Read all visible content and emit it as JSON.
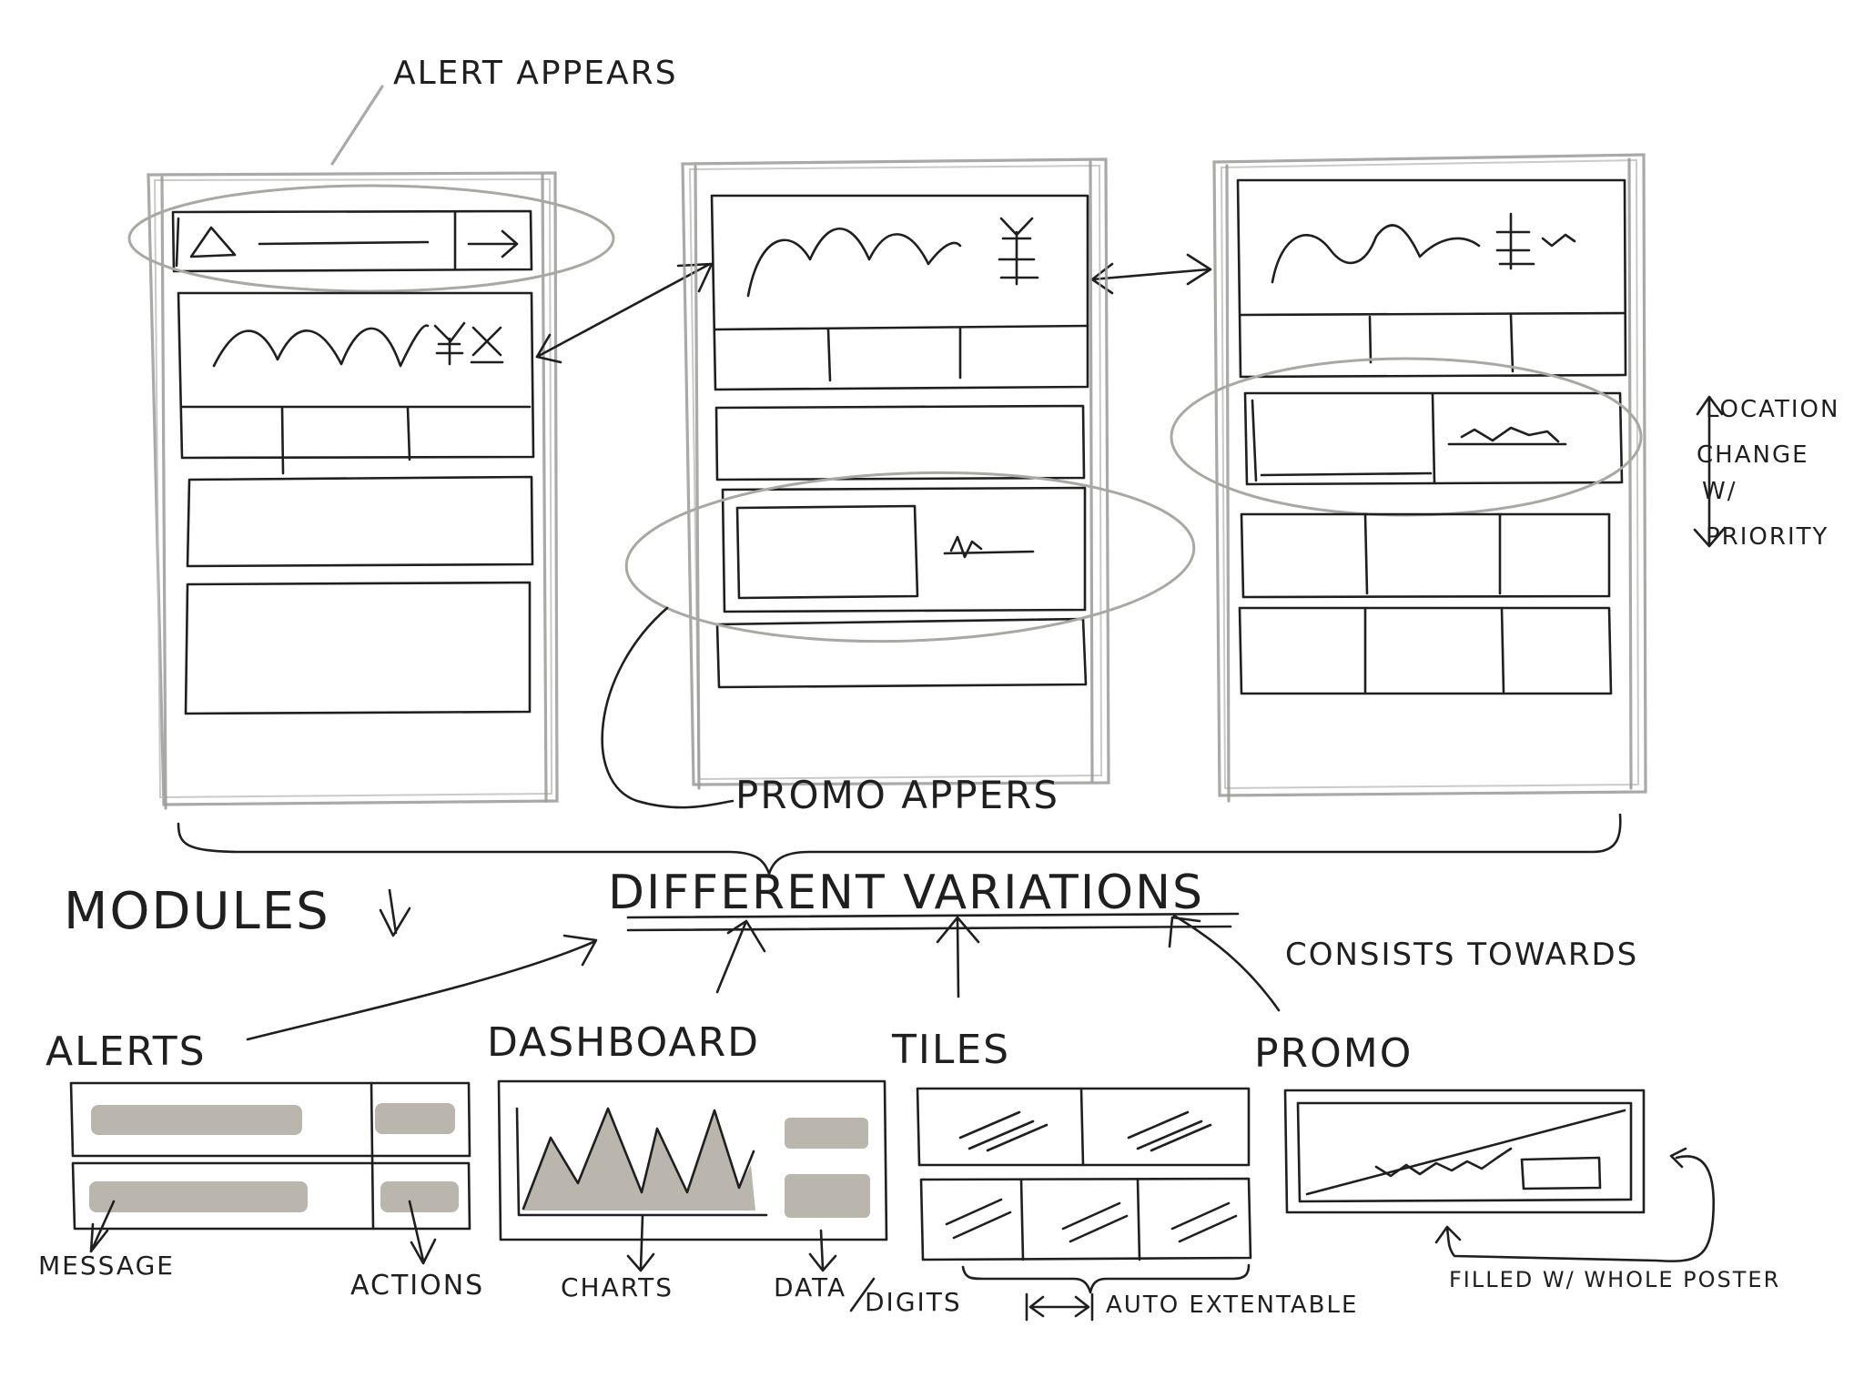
{
  "annotations": {
    "alert_appears": "ALERT APPEARS",
    "promo_appears": "PROMO APPERS",
    "location_change": [
      "LOCATION",
      "CHANGE",
      "W/",
      "PRIORITY"
    ]
  },
  "summary": {
    "modules": "MODULES",
    "different_variations": "DIFFERENT VARIATIONS",
    "consists_towards": "CONSISTS TOWARDS"
  },
  "modules": {
    "alerts": {
      "title": "ALERTS",
      "labels": [
        "MESSAGE",
        "ACTIONS"
      ]
    },
    "dashboard": {
      "title": "DASHBOARD",
      "labels": [
        "CHARTS",
        "DATA",
        "DIGITS"
      ]
    },
    "tiles": {
      "title": "TILES",
      "labels": [
        "AUTO EXTENTABLE"
      ]
    },
    "promo": {
      "title": "PROMO",
      "labels": [
        "FILLED W/ WHOLE POSTER"
      ]
    }
  },
  "colors": {
    "ink": "#1f1f1f",
    "pencil": "#9a9a98",
    "fill": "#bab6ae"
  }
}
